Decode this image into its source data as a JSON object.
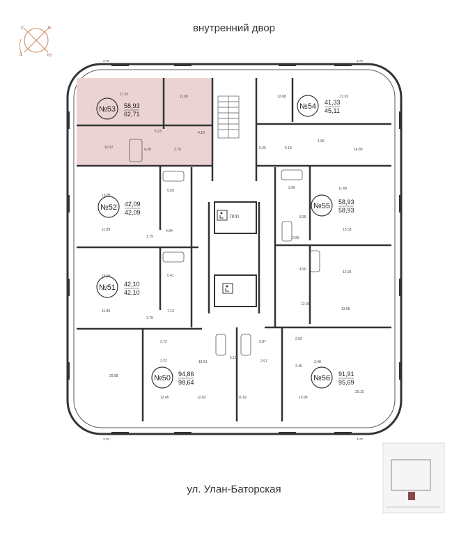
{
  "header": {
    "courtyard_label": "внутренний двор"
  },
  "footer": {
    "street_label": "ул. Улан-Баторская"
  },
  "compass": {
    "letters": [
      "С",
      "В",
      "Ю",
      "З"
    ]
  },
  "highlight_color": "#ecd3d3",
  "apartments": [
    {
      "number": "№53",
      "area_living": "58,93",
      "area_total": "62,71",
      "highlighted": true
    },
    {
      "number": "№54",
      "area_living": "41,33",
      "area_total": "45,11"
    },
    {
      "number": "№52",
      "area_living": "42,09",
      "area_total": "42,09"
    },
    {
      "number": "№55",
      "area_living": "58,93",
      "area_total": "58,93"
    },
    {
      "number": "№51",
      "area_living": "42,10",
      "area_total": "42,10"
    },
    {
      "number": "№50",
      "area_living": "94,86",
      "area_total": "98,64"
    },
    {
      "number": "№56",
      "area_living": "91,91",
      "area_total": "95,69"
    }
  ],
  "room_areas": [
    "17.87",
    "11.60",
    "10.97",
    "5.23",
    "4.19",
    "4.28",
    "2.79",
    "12.68",
    "11.92",
    "5.35",
    "5.18",
    "1.96",
    "14.89",
    "15.88",
    "11.89",
    "5.59",
    "4.94",
    "1.79",
    "11.68",
    "8.35",
    "3.96",
    "15.53",
    "2.86",
    "15.88",
    "11.89",
    "5.41",
    "1.79",
    "7.13",
    "4.90",
    "12.96",
    "12.00",
    "13.05",
    "29.58",
    "3.72",
    "3.22",
    "18.51",
    "12.45",
    "12.62",
    "11.82",
    "5.10",
    "2.87",
    "2.97",
    "2.92",
    "2.45",
    "3.48",
    "10.98",
    "29.15"
  ],
  "dimensions": [
    "3.78",
    "3.78",
    "3.78",
    "3.78"
  ],
  "icons": [
    "wheelchair-icon",
    "wheelchair-icon"
  ],
  "elevator_label": "ППП"
}
